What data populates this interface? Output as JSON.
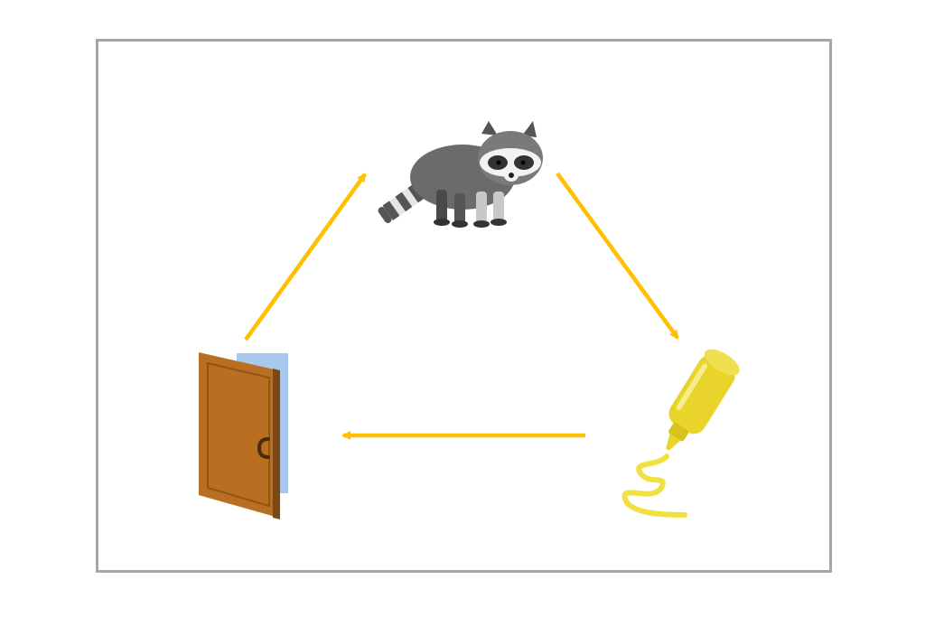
{
  "diagram": {
    "nodes": [
      {
        "id": "raccoon",
        "icon": "raccoon-icon"
      },
      {
        "id": "mustard",
        "icon": "mustard-bottle-icon"
      },
      {
        "id": "door",
        "icon": "door-icon"
      }
    ],
    "edges": [
      {
        "from": "door",
        "to": "raccoon"
      },
      {
        "from": "raccoon",
        "to": "mustard"
      },
      {
        "from": "mustard",
        "to": "door"
      }
    ],
    "colors": {
      "frame": "#a6a6a6",
      "arrow": "#ffc000",
      "raccoon_fur": "#6b6b6b",
      "door": "#c47a2a",
      "mustard": "#e8d42a"
    }
  }
}
